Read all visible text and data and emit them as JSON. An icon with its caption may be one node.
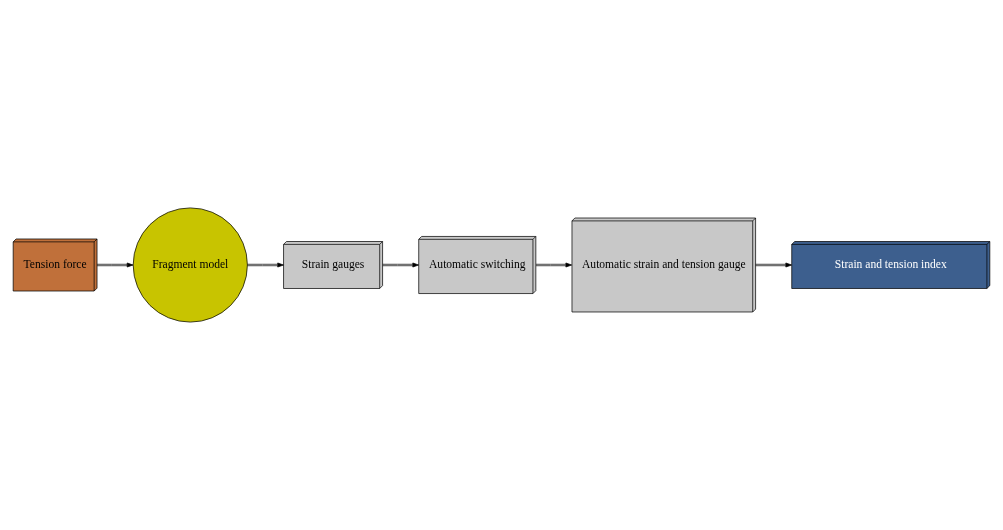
{
  "diagram": {
    "nodes": [
      {
        "text": [
          "Tension force"
        ]
      },
      {
        "text": [
          "Fragment model"
        ]
      },
      {
        "text": [
          "Strain gauges"
        ]
      },
      {
        "text": [
          "Automatic switching"
        ]
      },
      {
        "text": [
          "Automatic strain and tension gauge"
        ]
      },
      {
        "text": [
          "Strain and tension index"
        ]
      }
    ],
    "edges": [
      {
        "from": 0,
        "to": 1,
        "arrow": "to"
      },
      {
        "from": 1,
        "to": 2,
        "arrow": "to"
      },
      {
        "from": 2,
        "to": 3,
        "arrow": "to"
      },
      {
        "from": 3,
        "to": 4,
        "arrow": "to"
      },
      {
        "from": 4,
        "to": 5,
        "arrow": "to"
      }
    ]
  }
}
